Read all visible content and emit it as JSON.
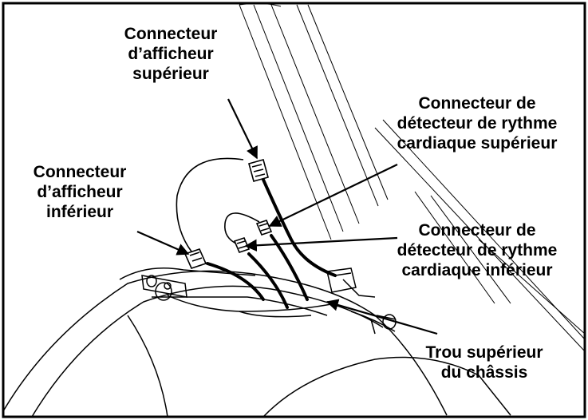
{
  "labels": {
    "upper_display": [
      "Connecteur",
      "d’afficheur",
      "supérieur"
    ],
    "lower_display": [
      "Connecteur",
      "d’afficheur",
      "inférieur"
    ],
    "upper_heart": [
      "Connecteur de",
      "détecteur de rythme",
      "cardiaque supérieur"
    ],
    "lower_heart": [
      "Connecteur de",
      "détecteur de rythme",
      "cardiaque inférieur"
    ],
    "frame_hole": [
      "Trou supérieur",
      "du châssis"
    ]
  },
  "colors": {
    "ink": "#000000",
    "background": "#ffffff"
  }
}
